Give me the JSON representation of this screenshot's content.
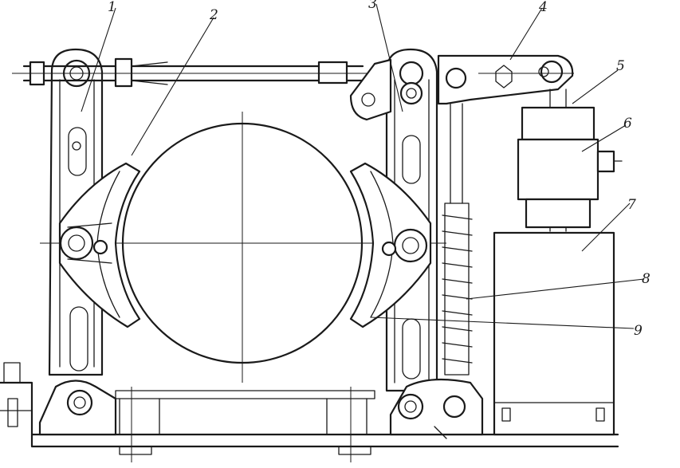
{
  "callouts": [
    {
      "id": "1",
      "text": "1"
    },
    {
      "id": "2",
      "text": "2"
    },
    {
      "id": "3",
      "text": "3"
    },
    {
      "id": "4",
      "text": "4"
    },
    {
      "id": "5",
      "text": "5"
    },
    {
      "id": "6",
      "text": "6"
    },
    {
      "id": "7",
      "text": "7"
    },
    {
      "id": "8",
      "text": "8"
    },
    {
      "id": "9",
      "text": "9"
    }
  ],
  "colors": {
    "ink": "#1a1a1a",
    "paper": "#ffffff"
  }
}
